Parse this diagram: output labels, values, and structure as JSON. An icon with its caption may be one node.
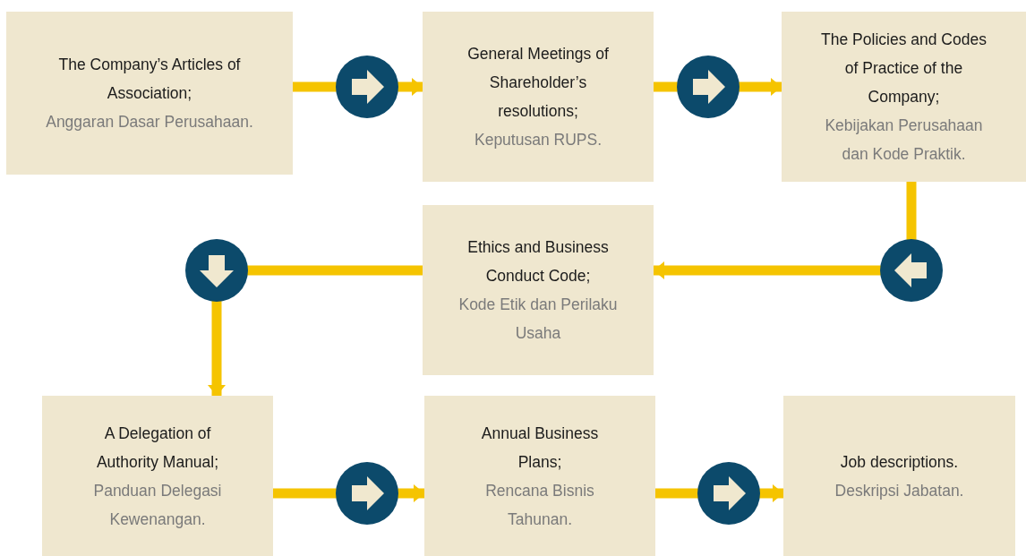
{
  "diagram": {
    "nodes": [
      {
        "text": [
          "The Company’s Articles of Association;",
          "Anggaran Dasar Perusahaan."
        ]
      },
      {
        "text": [
          "General Meetings of Shareholder’s resolutions;",
          "Keputusan RUPS."
        ]
      },
      {
        "text": [
          "The Policies and Codes of Practice of the Company;",
          "Kebijakan Perusahaan dan Kode Praktik."
        ]
      },
      {
        "text": [
          "Ethics and Business Conduct Code;",
          "Kode Etik dan Perilaku Usaha"
        ]
      },
      {
        "text": [
          "A Delegation of Authority Manual;",
          "Panduan Delegasi Kewenangan."
        ]
      },
      {
        "text": [
          "Annual Business Plans;",
          "Rencana Bisnis Tahunan."
        ]
      },
      {
        "text": [
          "Job descriptions.",
          "Deskripsi Jabatan."
        ]
      }
    ],
    "edges": [
      {
        "from": 0,
        "to": 1,
        "arrow": "to"
      },
      {
        "from": 1,
        "to": 2,
        "arrow": "to"
      },
      {
        "from": 2,
        "to": 3,
        "arrow": "to"
      },
      {
        "from": 3,
        "to": 4,
        "arrow": "to"
      },
      {
        "from": 4,
        "to": 5,
        "arrow": "to"
      },
      {
        "from": 5,
        "to": 6,
        "arrow": "to"
      }
    ]
  }
}
